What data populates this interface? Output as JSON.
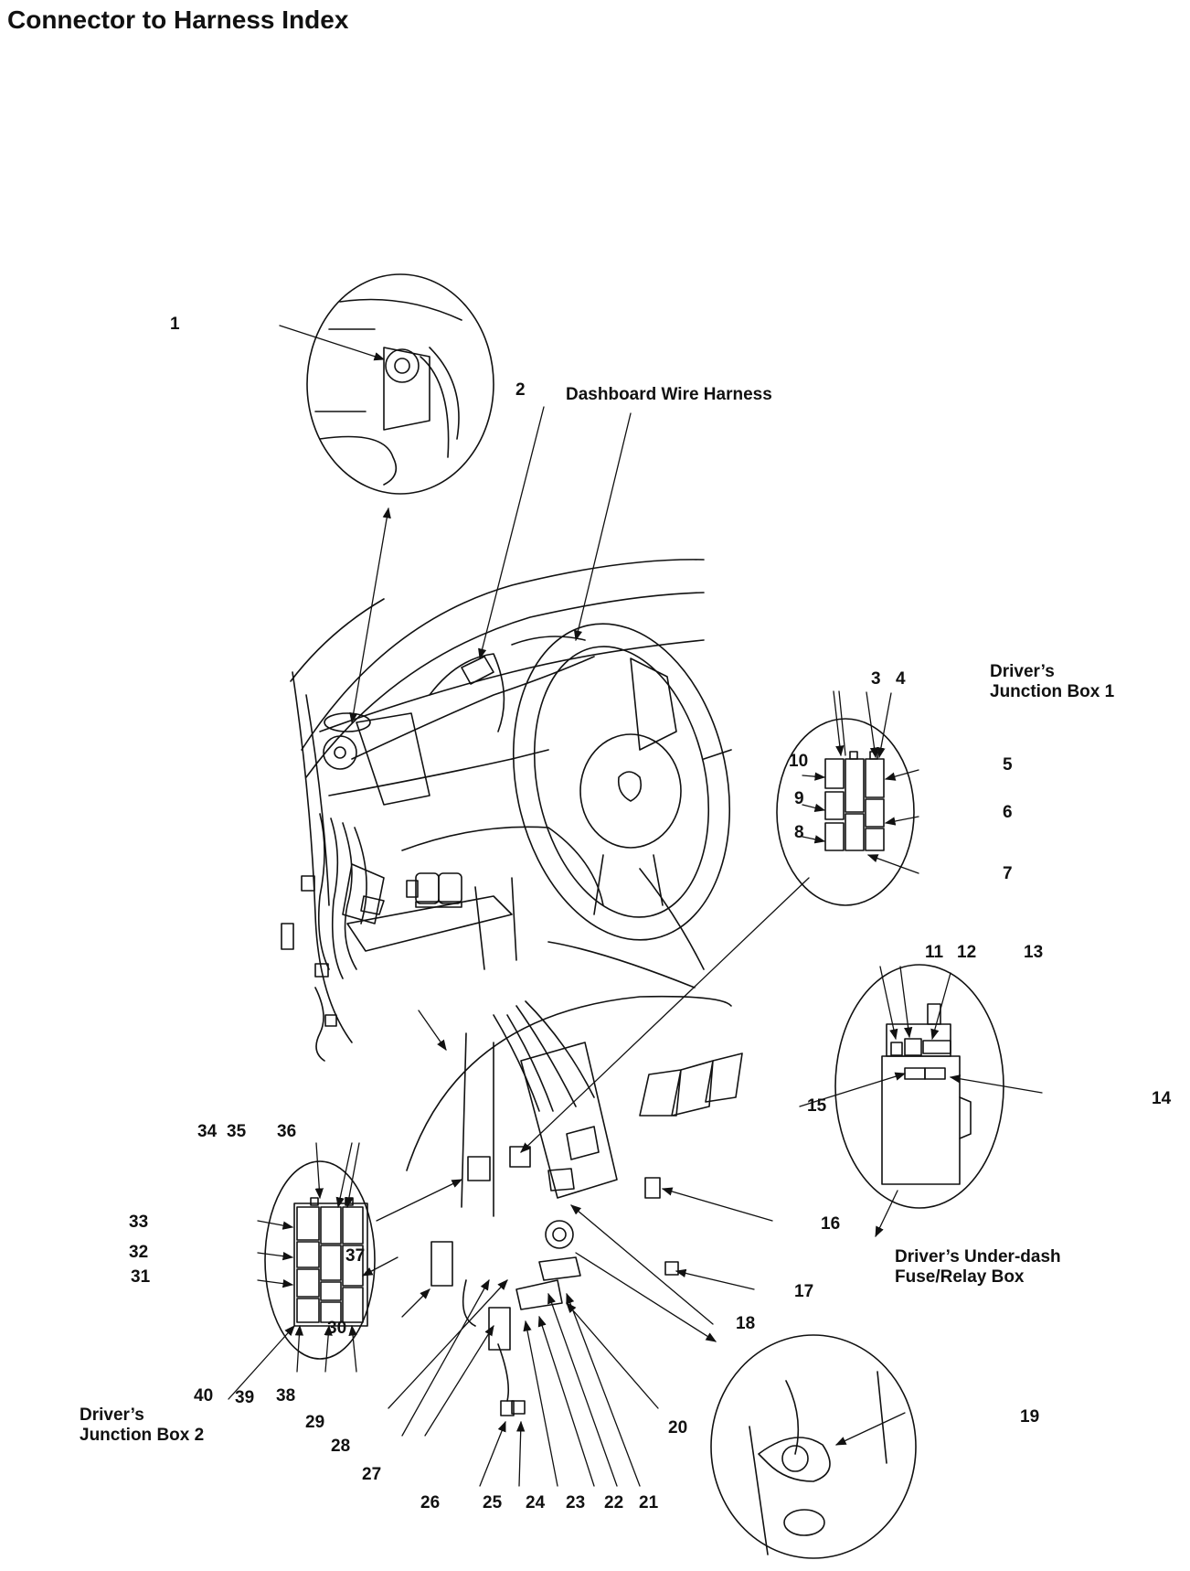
{
  "title": "Connector to Harness Index",
  "headings": {
    "dashboard_wire_harness": "Dashboard Wire Harness",
    "jb1_line1": "Driver’s",
    "jb1_line2": "Junction Box 1",
    "fuse_line1": "Driver’s Under-dash",
    "fuse_line2": "Fuse/Relay Box",
    "jb2_line1": "Driver’s",
    "jb2_line2": "Junction Box 2"
  },
  "callouts": [
    "1",
    "2",
    "3",
    "4",
    "5",
    "6",
    "7",
    "8",
    "9",
    "10",
    "11",
    "12",
    "13",
    "14",
    "15",
    "16",
    "17",
    "18",
    "19",
    "20",
    "21",
    "22",
    "23",
    "24",
    "25",
    "26",
    "27",
    "28",
    "29",
    "30",
    "31",
    "32",
    "33",
    "34",
    "35",
    "36",
    "37",
    "38",
    "39",
    "40"
  ]
}
